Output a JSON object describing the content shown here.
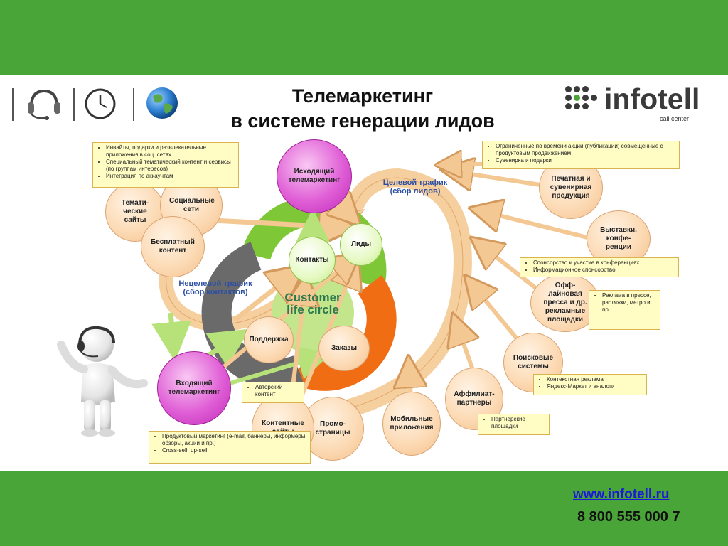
{
  "header": {
    "title_line1": "Телемаркетинг",
    "title_line2": "в системе генерации лидов"
  },
  "logo": {
    "name": "infotell",
    "subtitle": "call center"
  },
  "footer": {
    "url": "www.infotell.ru",
    "phone": "8 800 555 000 7"
  },
  "colors": {
    "band_green": "#4aa539",
    "link_blue": "#1b1bd6",
    "label_blue": "#2d4fa3"
  },
  "icons": [
    "headset-icon",
    "clock-icon",
    "globe-icon"
  ],
  "diagram": {
    "center_label": "Customer life circle",
    "nodes": {
      "outbound": "Исходящий телемаркетинг",
      "inbound": "Входящий телемаркетинг",
      "leads": "Лиды",
      "contacts": "Контакты",
      "support": "Поддержка",
      "orders": "Заказы",
      "thematic_sites": "Темати-ческие сайты",
      "social_networks": "Социальные сети",
      "free_content": "Бесплатный контент",
      "print": "Печатная и сувенирная продукция",
      "exhibitions": "Выставки, конфе-ренции",
      "offline_press": "Офф-лайновая пресса и др. рекламные площадки",
      "search": "Поисковые системы",
      "affiliates": "Аффилиат-партнеры",
      "mobile_apps": "Мобильные приложения",
      "promo_pages": "Промо-страницы",
      "content_sites": "Контентные сайты"
    },
    "labels": {
      "target_traffic": "Целевой трафик (сбор лидов)",
      "nontarget_traffic": "Нецелевой трафик (сбор контактов)"
    },
    "boxes": {
      "social": [
        "Инвайты, подарки и развлекательные приложения в соц. сетях",
        "Специальный тематический контент и сервисы (по группам интересов)",
        "Интеграция по аккаунтам"
      ],
      "print": [
        "Ограниченные по времени акции (публикации) совмещенные с продуктовым продвижением",
        "Сувенирка и подарки"
      ],
      "exhibitions": [
        "Спонсорство и участие в конференциях",
        "Информационное спонсорство"
      ],
      "press": [
        "Реклама в прессе, растяжки, метро и пр."
      ],
      "search": [
        "Контекстная реклама",
        "Яндекс-Маркет и аналоги"
      ],
      "affiliates": [
        "Партнерские площадки"
      ],
      "author": [
        "Авторский контент"
      ],
      "product": [
        "Продуктовый маркетинг (e-mail, баннеры, информеры, обзоры, акции и пр.)",
        "Cross-sell, up-sell"
      ]
    }
  }
}
